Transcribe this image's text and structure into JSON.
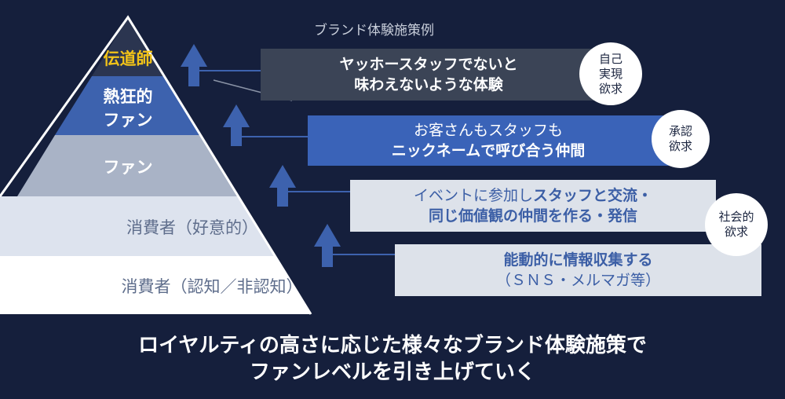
{
  "header": {
    "title": "ブランド体験施策例"
  },
  "pyramid": {
    "levels": [
      {
        "label": "伝道師",
        "color": "#2b3550",
        "text_color": "#f2c318"
      },
      {
        "label_line1": "熱狂的",
        "label_line2": "ファン",
        "color": "#3d62ae",
        "text_color": "#ffffff"
      },
      {
        "label": "ファン",
        "color": "#a9b3c6",
        "text_color": "#ffffff"
      },
      {
        "label": "消費者（好意的）",
        "color": "#dde3ee",
        "text_color": "#5f6e8c"
      },
      {
        "label": "消費者（認知／非認知）",
        "color": "#ffffff",
        "text_color": "#5f6e8c"
      }
    ]
  },
  "measures": [
    {
      "line1": "ヤッホースタッフでないと",
      "line2": "味わえないような体験",
      "color": "#3b4456",
      "text_color": "#ffffff"
    },
    {
      "line1": "お客さんもスタッフも",
      "line2": "ニックネームで呼び合う仲間",
      "color": "#3a63b8",
      "text_color": "#ffffff"
    },
    {
      "line1a": "イベントに参加し",
      "line1b": "スタッフと交流・",
      "line2": "同じ価値観の仲間を作る・発信",
      "color": "#dde2ea",
      "text_color": "#3c5fa6"
    },
    {
      "line1": "能動的に情報収集する",
      "line2": "（ＳＮＳ・メルマガ等）",
      "color": "#dde2ea",
      "text_color": "#3c5fa6"
    }
  ],
  "needs": [
    {
      "line1": "自己",
      "line2": "実現",
      "line3": "欲求"
    },
    {
      "line1": "承認",
      "line2": "欲求"
    },
    {
      "line1": "社会的",
      "line2": "欲求"
    }
  ],
  "footer": {
    "line1": "ロイヤルティの高さに応じた様々なブランド体験施策で",
    "line2": "ファンレベルを引き上げていく"
  }
}
